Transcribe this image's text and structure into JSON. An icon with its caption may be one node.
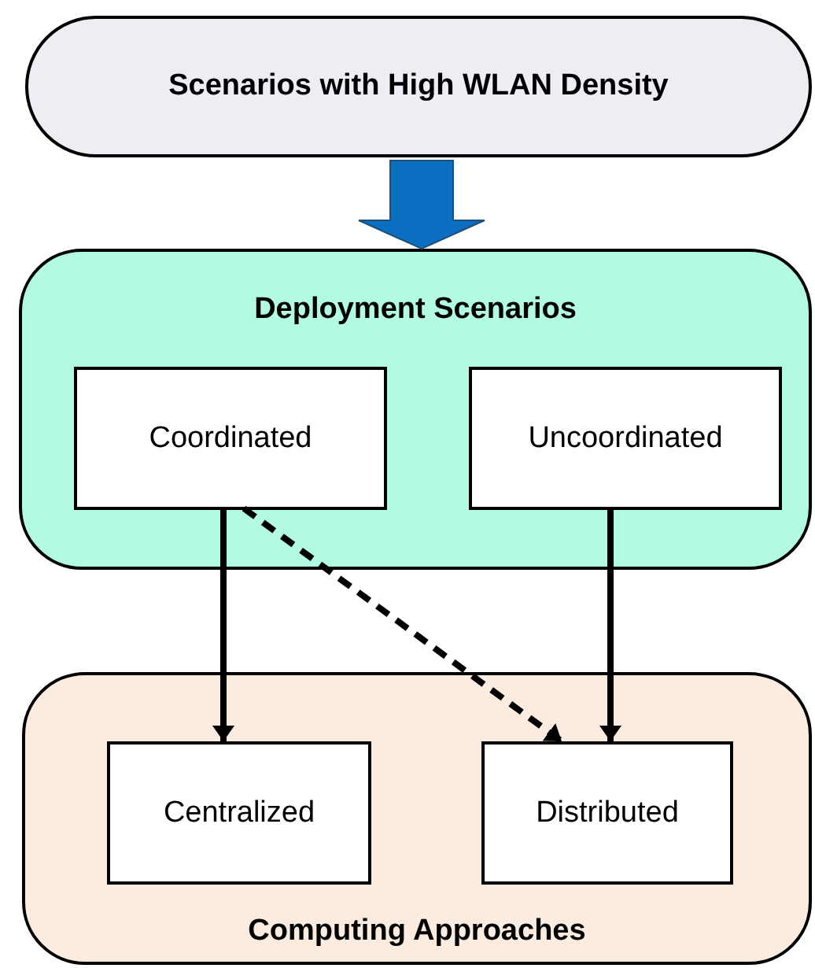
{
  "diagram": {
    "nodes": [
      {
        "text": [
          "Scenarios with High WLAN Density"
        ]
      },
      {
        "text": [
          "Deployment Scenarios"
        ]
      },
      {
        "text": [
          "Coordinated"
        ],
        "in": 1
      },
      {
        "text": [
          "Uncoordinated"
        ],
        "in": 1
      },
      {
        "text": [
          "Computing Approaches"
        ]
      },
      {
        "text": [
          "Centralized"
        ],
        "in": 4
      },
      {
        "text": [
          "Distributed"
        ],
        "in": 4
      }
    ],
    "edges": [
      {
        "from": 0,
        "to": 1,
        "arrow": "to",
        "style": "thick",
        "color": "#0b6fc1"
      },
      {
        "from": 2,
        "to": 5,
        "arrow": "to"
      },
      {
        "from": 2,
        "to": 6,
        "arrow": "to",
        "style": "dashed"
      },
      {
        "from": 3,
        "to": 6,
        "arrow": "to"
      }
    ]
  }
}
